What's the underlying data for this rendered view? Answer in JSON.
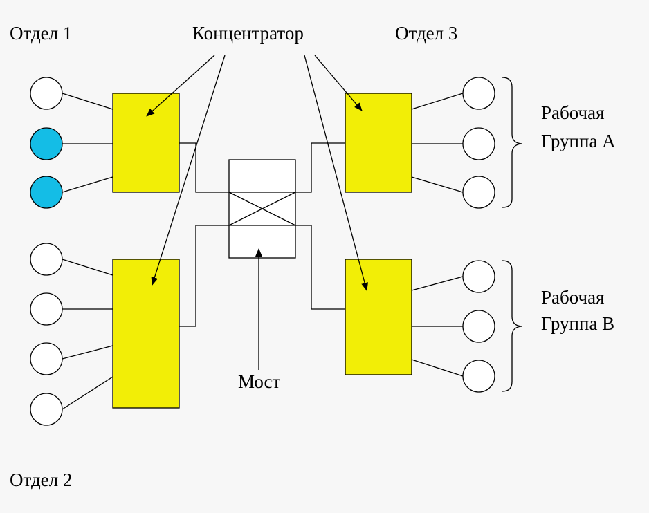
{
  "labels": {
    "dept1": "Отдел 1",
    "dept2": "Отдел 2",
    "dept3": "Отдел 3",
    "hub": "Концентратор",
    "bridge": "Мост",
    "groupA_line1": "Рабочая",
    "groupA_line2": "Группа А",
    "groupB_line1": "Рабочая",
    "groupB_line2": "Группа В"
  },
  "colors": {
    "hub_fill": "#f2ee06",
    "node_highlight": "#14bde6",
    "node_default": "#ffffff"
  },
  "icons": {
    "node": "workstation-circle-icon",
    "hub": "hub-box-icon",
    "bridge": "bridge-cross-icon",
    "brace": "curly-brace-icon"
  }
}
